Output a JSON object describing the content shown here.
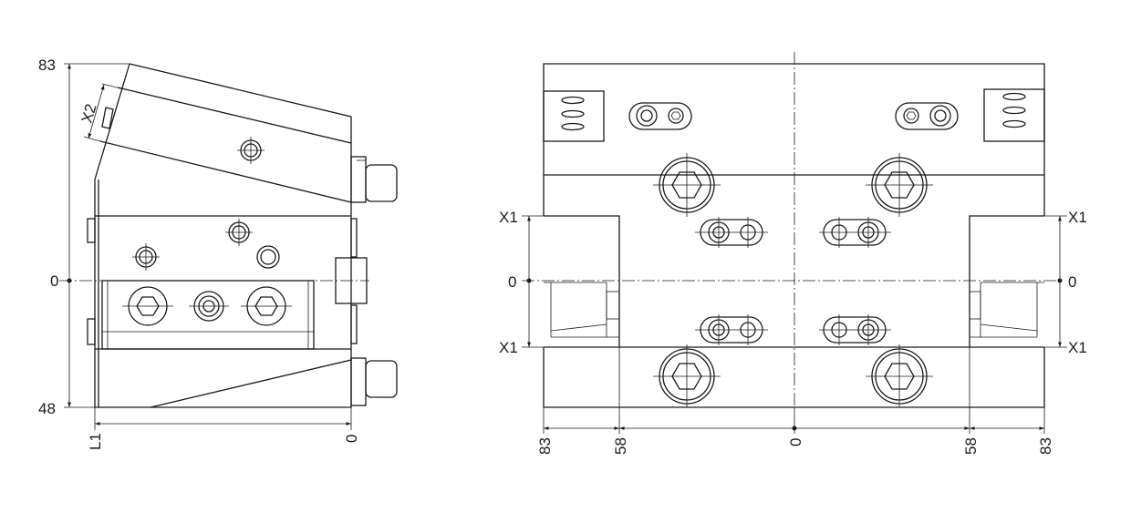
{
  "side_view": {
    "vertical_dims": {
      "top": "83",
      "middle": "0",
      "bottom": "48"
    },
    "angle_dim": "X2",
    "horizontal_dims": {
      "left": "L1",
      "right": "0"
    }
  },
  "front_view": {
    "left_dims": {
      "top": "X1",
      "middle": "0",
      "bottom": "X1"
    },
    "right_dims": {
      "top": "X1",
      "middle": "0",
      "bottom": "X1"
    },
    "bottom_dims": [
      "83",
      "58",
      "0",
      "58",
      "83"
    ]
  }
}
